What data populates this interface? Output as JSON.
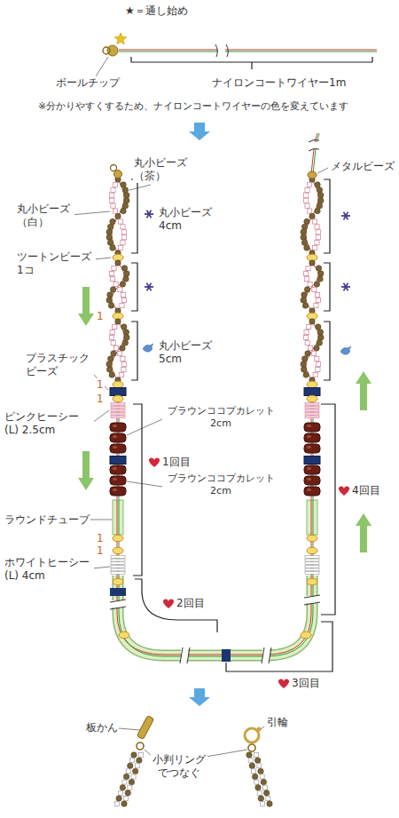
{
  "diagram": {
    "labels": [
      "★＝通し始め",
      "ボールチップ",
      "ナイロンコートワイヤー1m",
      "※分かりやすくするため、ナイロンコートワイヤーの色を変えています",
      "丸小ビーズ（茶）",
      "丸小ビーズ（白）",
      "丸小ビーズ 4cm",
      "ツートンビーズ 1コ",
      "丸小ビーズ 5cm",
      "プラスチックビーズ",
      "ピンクヒーシー(L) 2.5cm",
      "ブラウンココプカレット 2cm",
      "ブラウンココプカレット 2cm",
      "1回目",
      "ラウンドチューブ",
      "ホワイトヒーシー(L) 4cm",
      "2回目",
      "3回目",
      "4回目",
      "メタルビーズ",
      "板かん",
      "小判リングでつなぐ",
      "引輪",
      "1",
      "1",
      "1",
      "1",
      "1"
    ]
  }
}
